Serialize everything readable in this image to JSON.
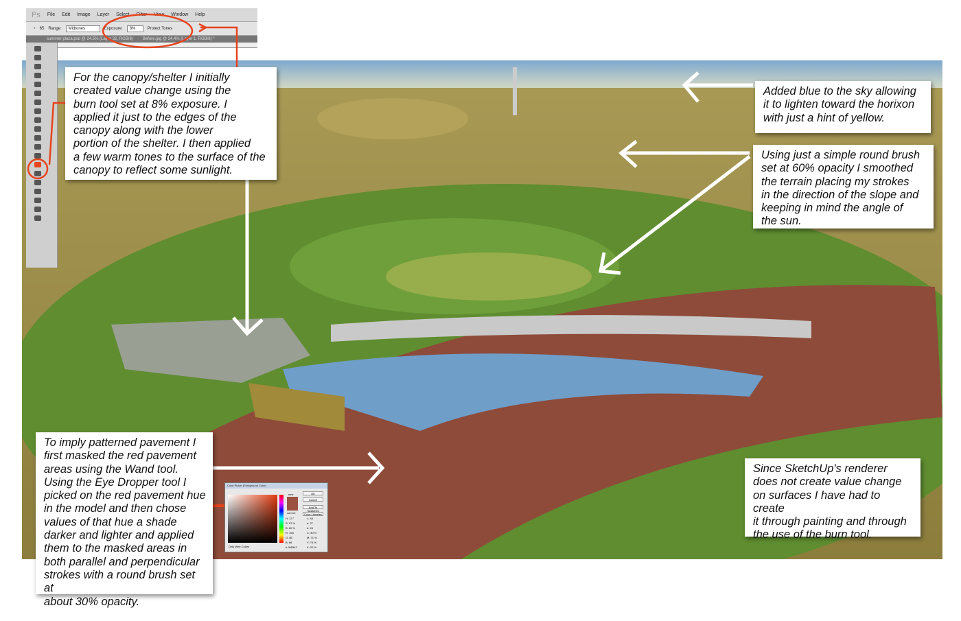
{
  "photoshop": {
    "logo": "Ps",
    "menu": [
      "File",
      "Edit",
      "Image",
      "Layer",
      "Select",
      "Filter",
      "View",
      "Window",
      "Help"
    ],
    "options": {
      "range_label": "Range:",
      "range_value": "Midtones",
      "exposure_label": "Exposure:",
      "exposure_value": "8%",
      "brush_size": "65",
      "protect_tones": "Protect Tones"
    },
    "tabs": [
      "summer plaza.psd @ 24.5% (Layer 32, RGB/8)",
      "Before.jpg @ 24.4% (Layer 1, RGB/8) *"
    ]
  },
  "color_picker": {
    "title": "Color Picker (Foreground Color)",
    "buttons": [
      "OK",
      "Cancel",
      "Add To Swatches",
      "Color Libraries"
    ],
    "swatch_labels": [
      "new",
      "current"
    ],
    "values": [
      "H: 13 °",
      "S: 57 %",
      "B: 60 %",
      "R: 153",
      "G: 85",
      "B: 66",
      "L: 44",
      "a: 27",
      "b: 24",
      "C: 30 %",
      "M: 71 %",
      "Y: 74 %",
      "K: 20 %",
      "# 995542"
    ],
    "only_web": "Only Web Colors"
  },
  "callouts": {
    "canopy": "For the canopy/shelter I initially\ncreated value change using the\nburn tool set at 8% exposure. I\napplied it just to the edges of the\ncanopy along with the lower\nportion of the shelter. I then applied\na few warm tones to the surface of the\ncanopy to reflect some sunlight.",
    "sky": "Added blue to the sky allowing\nit to lighten toward the horixon\nwith just a hint of yellow.",
    "terrain": "Using just a simple round brush\nset at 60% opacity I smoothed\nthe terrain placing my strokes\nin the direction of the slope and\nkeeping in mind the angle of\nthe sun.",
    "pavement": "To imply patterned pavement I\nfirst masked the red pavement\nareas using the Wand tool.\nUsing the Eye Dropper tool I\npicked on the red pavement hue\nin the model and then chose\nvalues of that hue a shade\ndarker and lighter and applied\nthem to the masked areas in\nboth parallel and perpendicular\nstrokes with a round brush set at\nabout 30% opacity.",
    "renderer": "Since SketchUp's renderer\ndoes not create value change\non surfaces I have had to create\nit through painting and through\nthe use of the burn tool."
  },
  "colors": {
    "annotation_red": "#e8431c",
    "pavement": "#995542",
    "water": "#6f9ec9",
    "grass": "#6f9a3a"
  }
}
